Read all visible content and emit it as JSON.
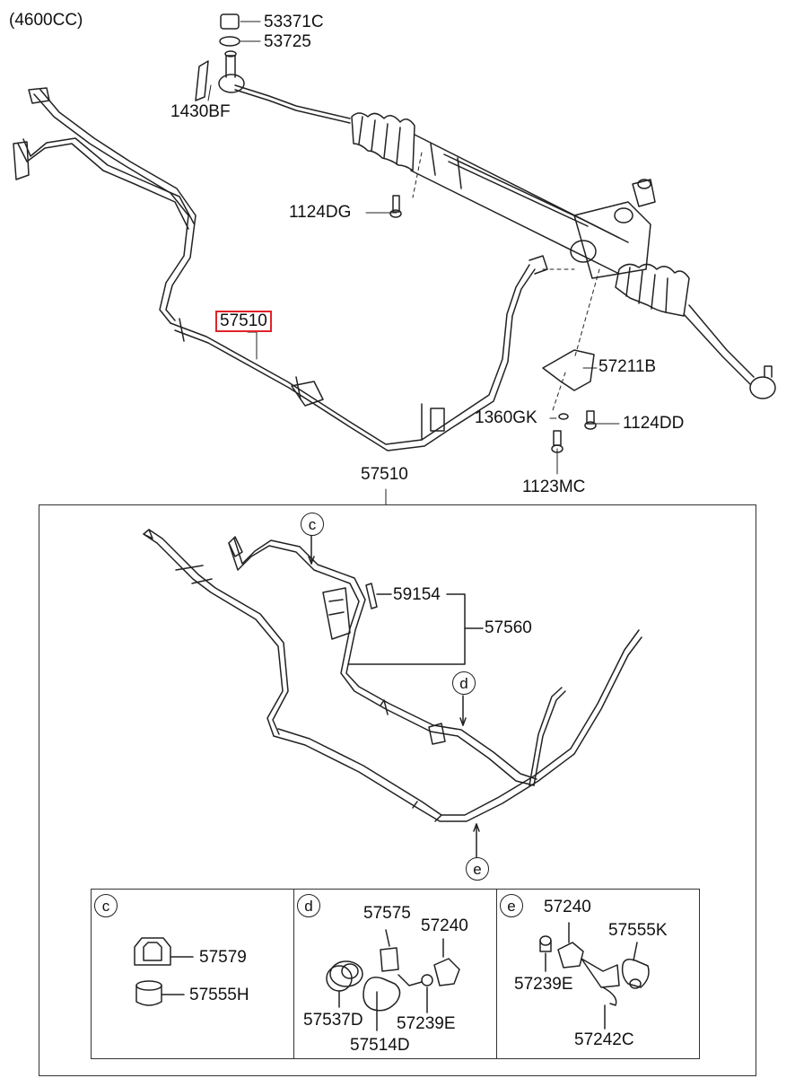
{
  "engine_note": "(4600CC)",
  "labels": {
    "p53371C": "53371C",
    "p53725": "53725",
    "p1430BF": "1430BF",
    "p1124DG": "1124DG",
    "p57510_top": "57510",
    "p57211B": "57211B",
    "p1360GK": "1360GK",
    "p1124DD": "1124DD",
    "p1123MC": "1123MC",
    "p57510_group": "57510",
    "p59154": "59154",
    "p57560": "57560"
  },
  "callouts": {
    "c": "c",
    "d": "d",
    "e": "e"
  },
  "detail_c": {
    "tag": "c",
    "p57579": "57579",
    "p57555H": "57555H"
  },
  "detail_d": {
    "tag": "d",
    "p57575": "57575",
    "p57240": "57240",
    "p57537D": "57537D",
    "p57239E": "57239E",
    "p57514D": "57514D"
  },
  "detail_e": {
    "tag": "e",
    "p57240": "57240",
    "p57555K": "57555K",
    "p57239E": "57239E",
    "p57242C": "57242C"
  },
  "colors": {
    "highlight": "#e0242a",
    "line": "#222222"
  }
}
